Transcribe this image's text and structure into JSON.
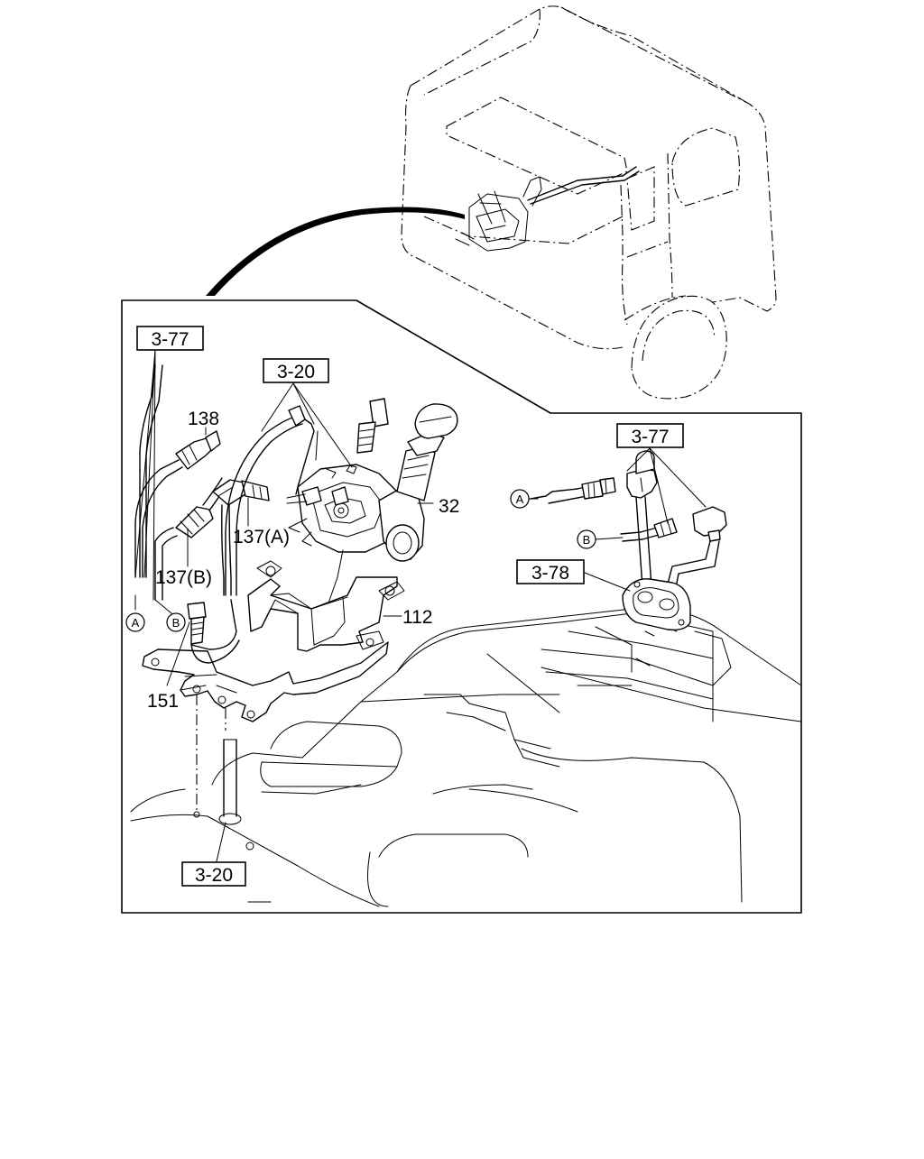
{
  "refs": {
    "r377_top": "3-77",
    "r320_top": "3-20",
    "r377_right": "3-77",
    "r378": "3-78",
    "r320_bottom": "3-20"
  },
  "parts": {
    "p138": "138",
    "p32": "32",
    "p137A": "137(A)",
    "p137B": "137(B)",
    "p112": "112",
    "p151": "151"
  },
  "connectors": {
    "a_left": "A",
    "b_left": "B",
    "a_right": "A",
    "b_right": "B"
  }
}
